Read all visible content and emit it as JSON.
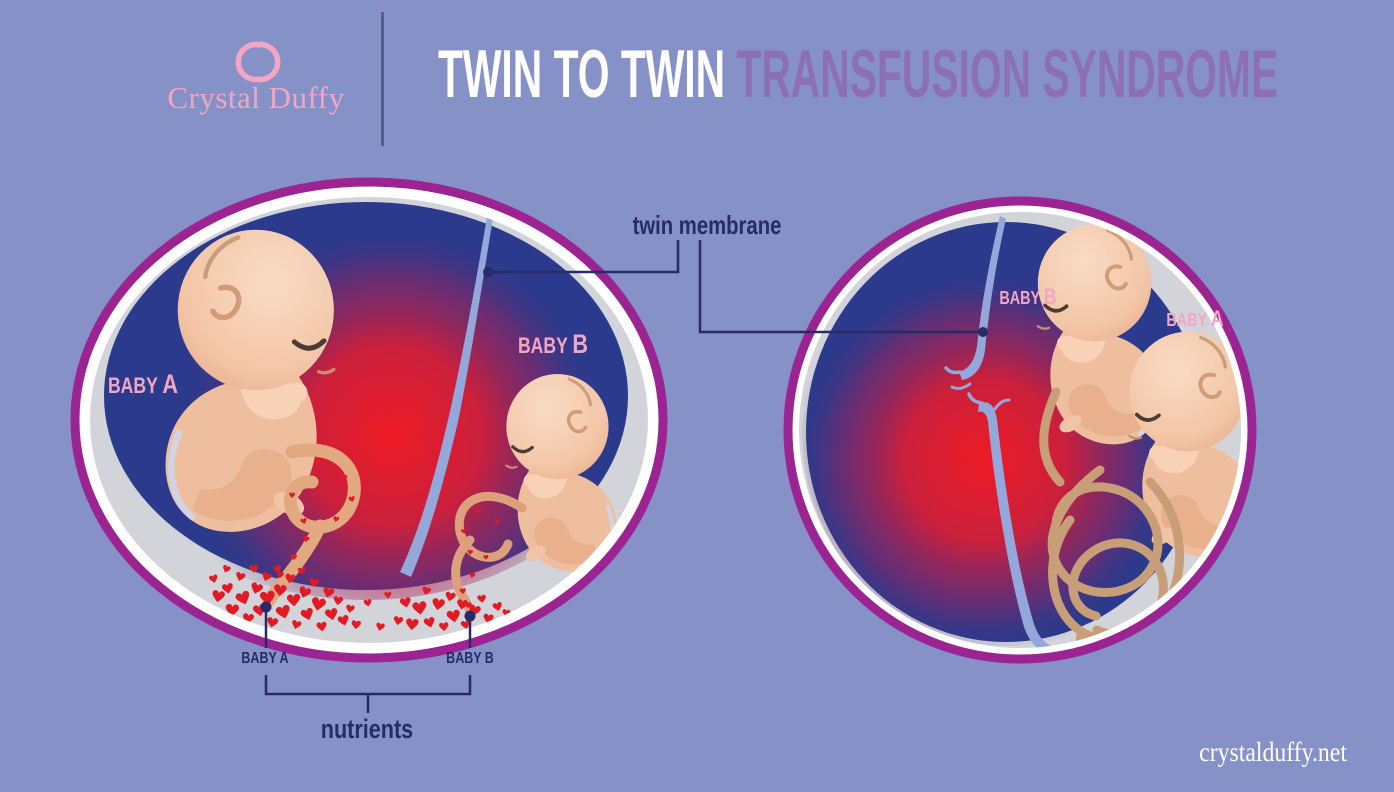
{
  "header": {
    "logo": {
      "monogram_icon": "cd-monogram",
      "name": "Crystal Duffy"
    },
    "title": {
      "part1": "TWIN TO TWIN",
      "part2": "TRANSFUSION SYNDROME"
    }
  },
  "labels": {
    "twin_membrane": "twin membrane"
  },
  "left_diagram": {
    "label_a": {
      "prefix": "BABY",
      "letter": "A"
    },
    "label_b": {
      "prefix": "BABY",
      "letter": "B"
    },
    "bottom_a": "BABY A",
    "bottom_b": "BABY B",
    "nutrients": "nutrients"
  },
  "right_diagram": {
    "label_b": {
      "prefix": "BABY",
      "letter": "B"
    },
    "label_a": {
      "prefix": "BABY",
      "letter": "A"
    }
  },
  "footer": {
    "site": "crystalduffy.net"
  },
  "colors": {
    "background": "#8691c8",
    "title_white": "#ffffff",
    "title_purple": "#8d6fb5",
    "brand_pink": "#f3a6c2",
    "label_navy": "#272b66",
    "sac_ring_purple": "#9b2392",
    "sac_gray": "#d2d4d9",
    "amnio_navy": "#2b3a8c",
    "glow_red": "#ec1a23",
    "membrane_blue": "#93a7da",
    "heart_red": "#e01b24",
    "skin": "#f3c6a8",
    "cord_tan": "#c89e78"
  }
}
